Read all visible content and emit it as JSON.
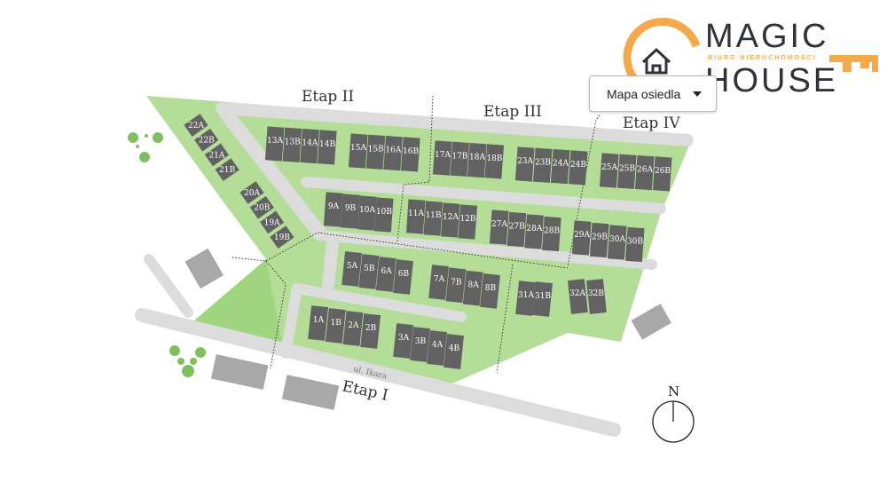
{
  "logo": {
    "line1": "MAGIC",
    "line2": "HOUSE",
    "tagline": "BIURO NIERUCHOMOŚCI"
  },
  "selector": {
    "value": "Mapa osiedla"
  },
  "stages": [
    "Etap I",
    "Etap II",
    "Etap III",
    "Etap IV"
  ],
  "street": "ul. Ikara",
  "compass": "N",
  "lots": [
    "13A",
    "13B",
    "14A",
    "14B",
    "15A",
    "15B",
    "16A",
    "16B",
    "17A",
    "17B",
    "18A",
    "18B",
    "23A",
    "23B",
    "24A",
    "24B",
    "25A",
    "25B",
    "26A",
    "26B",
    "9A",
    "9B",
    "10A",
    "10B",
    "11A",
    "11B",
    "12A",
    "12B",
    "27A",
    "27B",
    "28A",
    "28B",
    "29A",
    "29B",
    "30A",
    "30B",
    "5A",
    "5B",
    "6A",
    "6B",
    "7A",
    "7B",
    "8A",
    "8B",
    "31A",
    "31B",
    "32A",
    "32B",
    "1A",
    "1B",
    "2A",
    "2B",
    "3A",
    "3B",
    "4A",
    "4B",
    "22A",
    "22B",
    "21A",
    "21B",
    "20A",
    "20B",
    "19A",
    "19B"
  ],
  "colors": {
    "green": "#a9d88a",
    "building": "#626262",
    "road": "#dcdcdc",
    "accent": "#f5a94a"
  }
}
